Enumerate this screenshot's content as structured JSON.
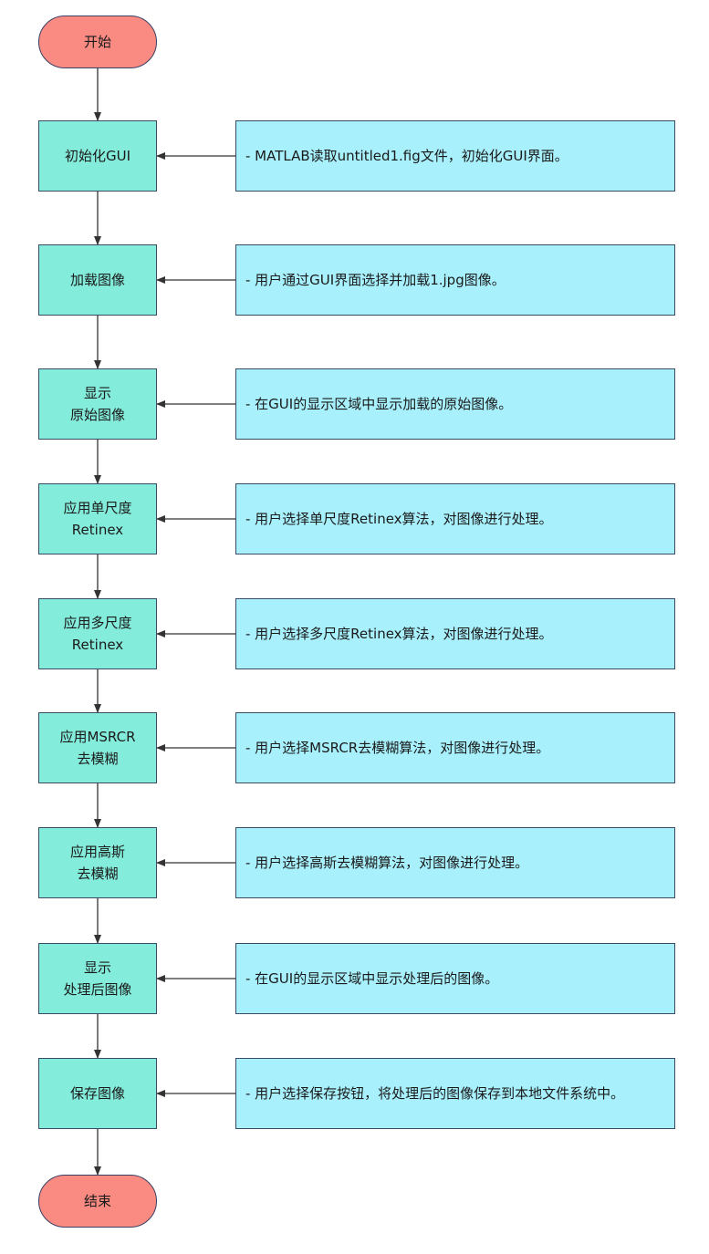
{
  "diagram": {
    "start": {
      "label": "开始"
    },
    "end": {
      "label": "结束"
    },
    "steps": [
      {
        "label": "初始化GUI",
        "note": "- MATLAB读取untitled1.fig文件，初始化GUI界面。"
      },
      {
        "label": "加载图像",
        "note": "- 用户通过GUI界面选择并加载1.jpg图像。"
      },
      {
        "label": "显示\n原始图像",
        "note": "- 在GUI的显示区域中显示加载的原始图像。"
      },
      {
        "label": "应用单尺度\nRetinex",
        "note": "- 用户选择单尺度Retinex算法，对图像进行处理。"
      },
      {
        "label": "应用多尺度\nRetinex",
        "note": "- 用户选择多尺度Retinex算法，对图像进行处理。"
      },
      {
        "label": "应用MSRCR\n去模糊",
        "note": "- 用户选择MSRCR去模糊算法，对图像进行处理。"
      },
      {
        "label": "应用高斯\n去模糊",
        "note": "- 用户选择高斯去模糊算法，对图像进行处理。"
      },
      {
        "label": "显示\n处理后图像",
        "note": "- 在GUI的显示区域中显示处理后的图像。"
      },
      {
        "label": "保存图像",
        "note": "- 用户选择保存按钮，将处理后的图像保存到本地文件系统中。"
      }
    ],
    "colors": {
      "terminal_fill": "#fa8b82",
      "process_fill": "#84ecdb",
      "note_fill": "#a7f0fc",
      "border": "#3b4a63",
      "edge": "#333333"
    }
  }
}
